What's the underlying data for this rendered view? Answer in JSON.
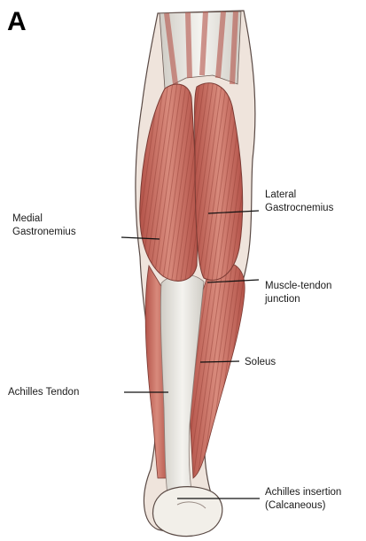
{
  "figure": {
    "panel_letter": "A",
    "labels": {
      "medial_line1": "Medial",
      "medial_line2": "Gastronemius",
      "lateral_line1": "Lateral",
      "lateral_line2": "Gastrocnemius",
      "junction_line1": "Muscle-tendon",
      "junction_line2": "junction",
      "soleus": "Soleus",
      "achilles_tendon": "Achilles Tendon",
      "insertion_line1": "Achilles insertion",
      "insertion_line2": "(Calcaneous)"
    },
    "colors": {
      "muscle": "#c96a5e",
      "muscle_dark": "#9c3f35",
      "tendon": "#e9e7e2",
      "outline": "#5a4a45",
      "leader_line": "#111111"
    }
  }
}
